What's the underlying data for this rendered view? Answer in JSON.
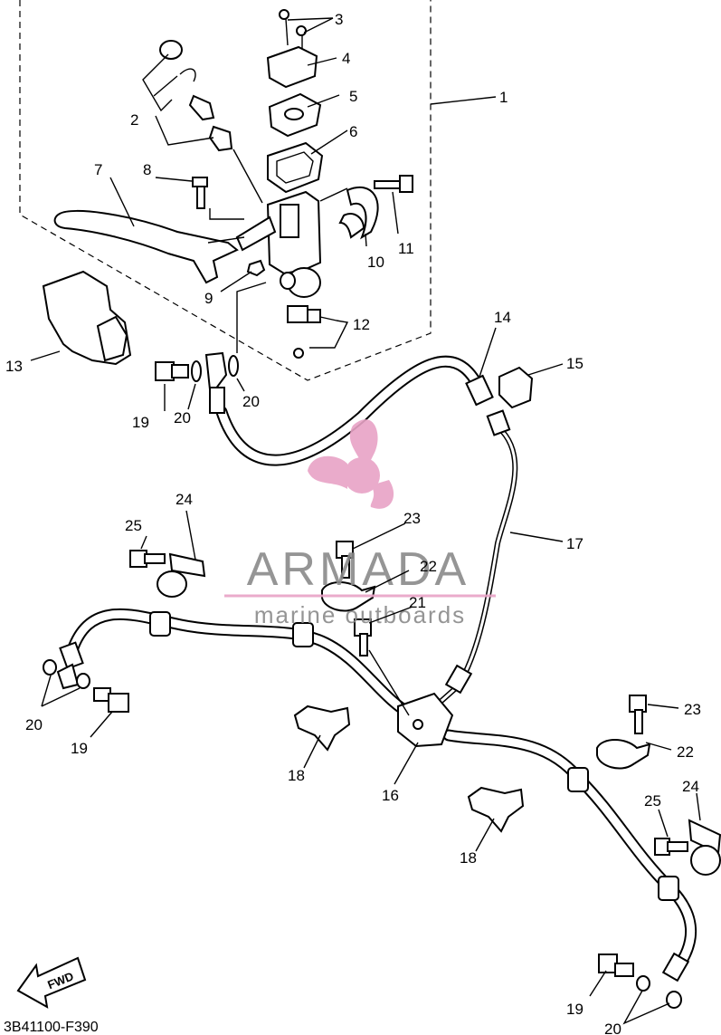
{
  "diagram_code": "3B41100-F390",
  "fwd_label": "FWD",
  "watermark": {
    "brand": "ARMADA",
    "tagline": "marine outboards",
    "brand_color": "#8a8a8a",
    "accent_color": "#e8a3c6"
  },
  "callouts": {
    "c1": "1",
    "c2": "2",
    "c3": "3",
    "c4": "4",
    "c5": "5",
    "c6": "6",
    "c7": "7",
    "c8": "8",
    "c9": "9",
    "c10": "10",
    "c11": "11",
    "c12": "12",
    "c13": "13",
    "c14": "14",
    "c15": "15",
    "c16": "16",
    "c17": "17",
    "c18a": "18",
    "c18b": "18",
    "c19a": "19",
    "c19b": "19",
    "c19c": "19",
    "c20a": "20",
    "c20b": "20",
    "c20c": "20",
    "c20d": "20",
    "c21": "21",
    "c22a": "22",
    "c22b": "22",
    "c23a": "23",
    "c23b": "23",
    "c24a": "24",
    "c24b": "24",
    "c25a": "25",
    "c25b": "25"
  }
}
